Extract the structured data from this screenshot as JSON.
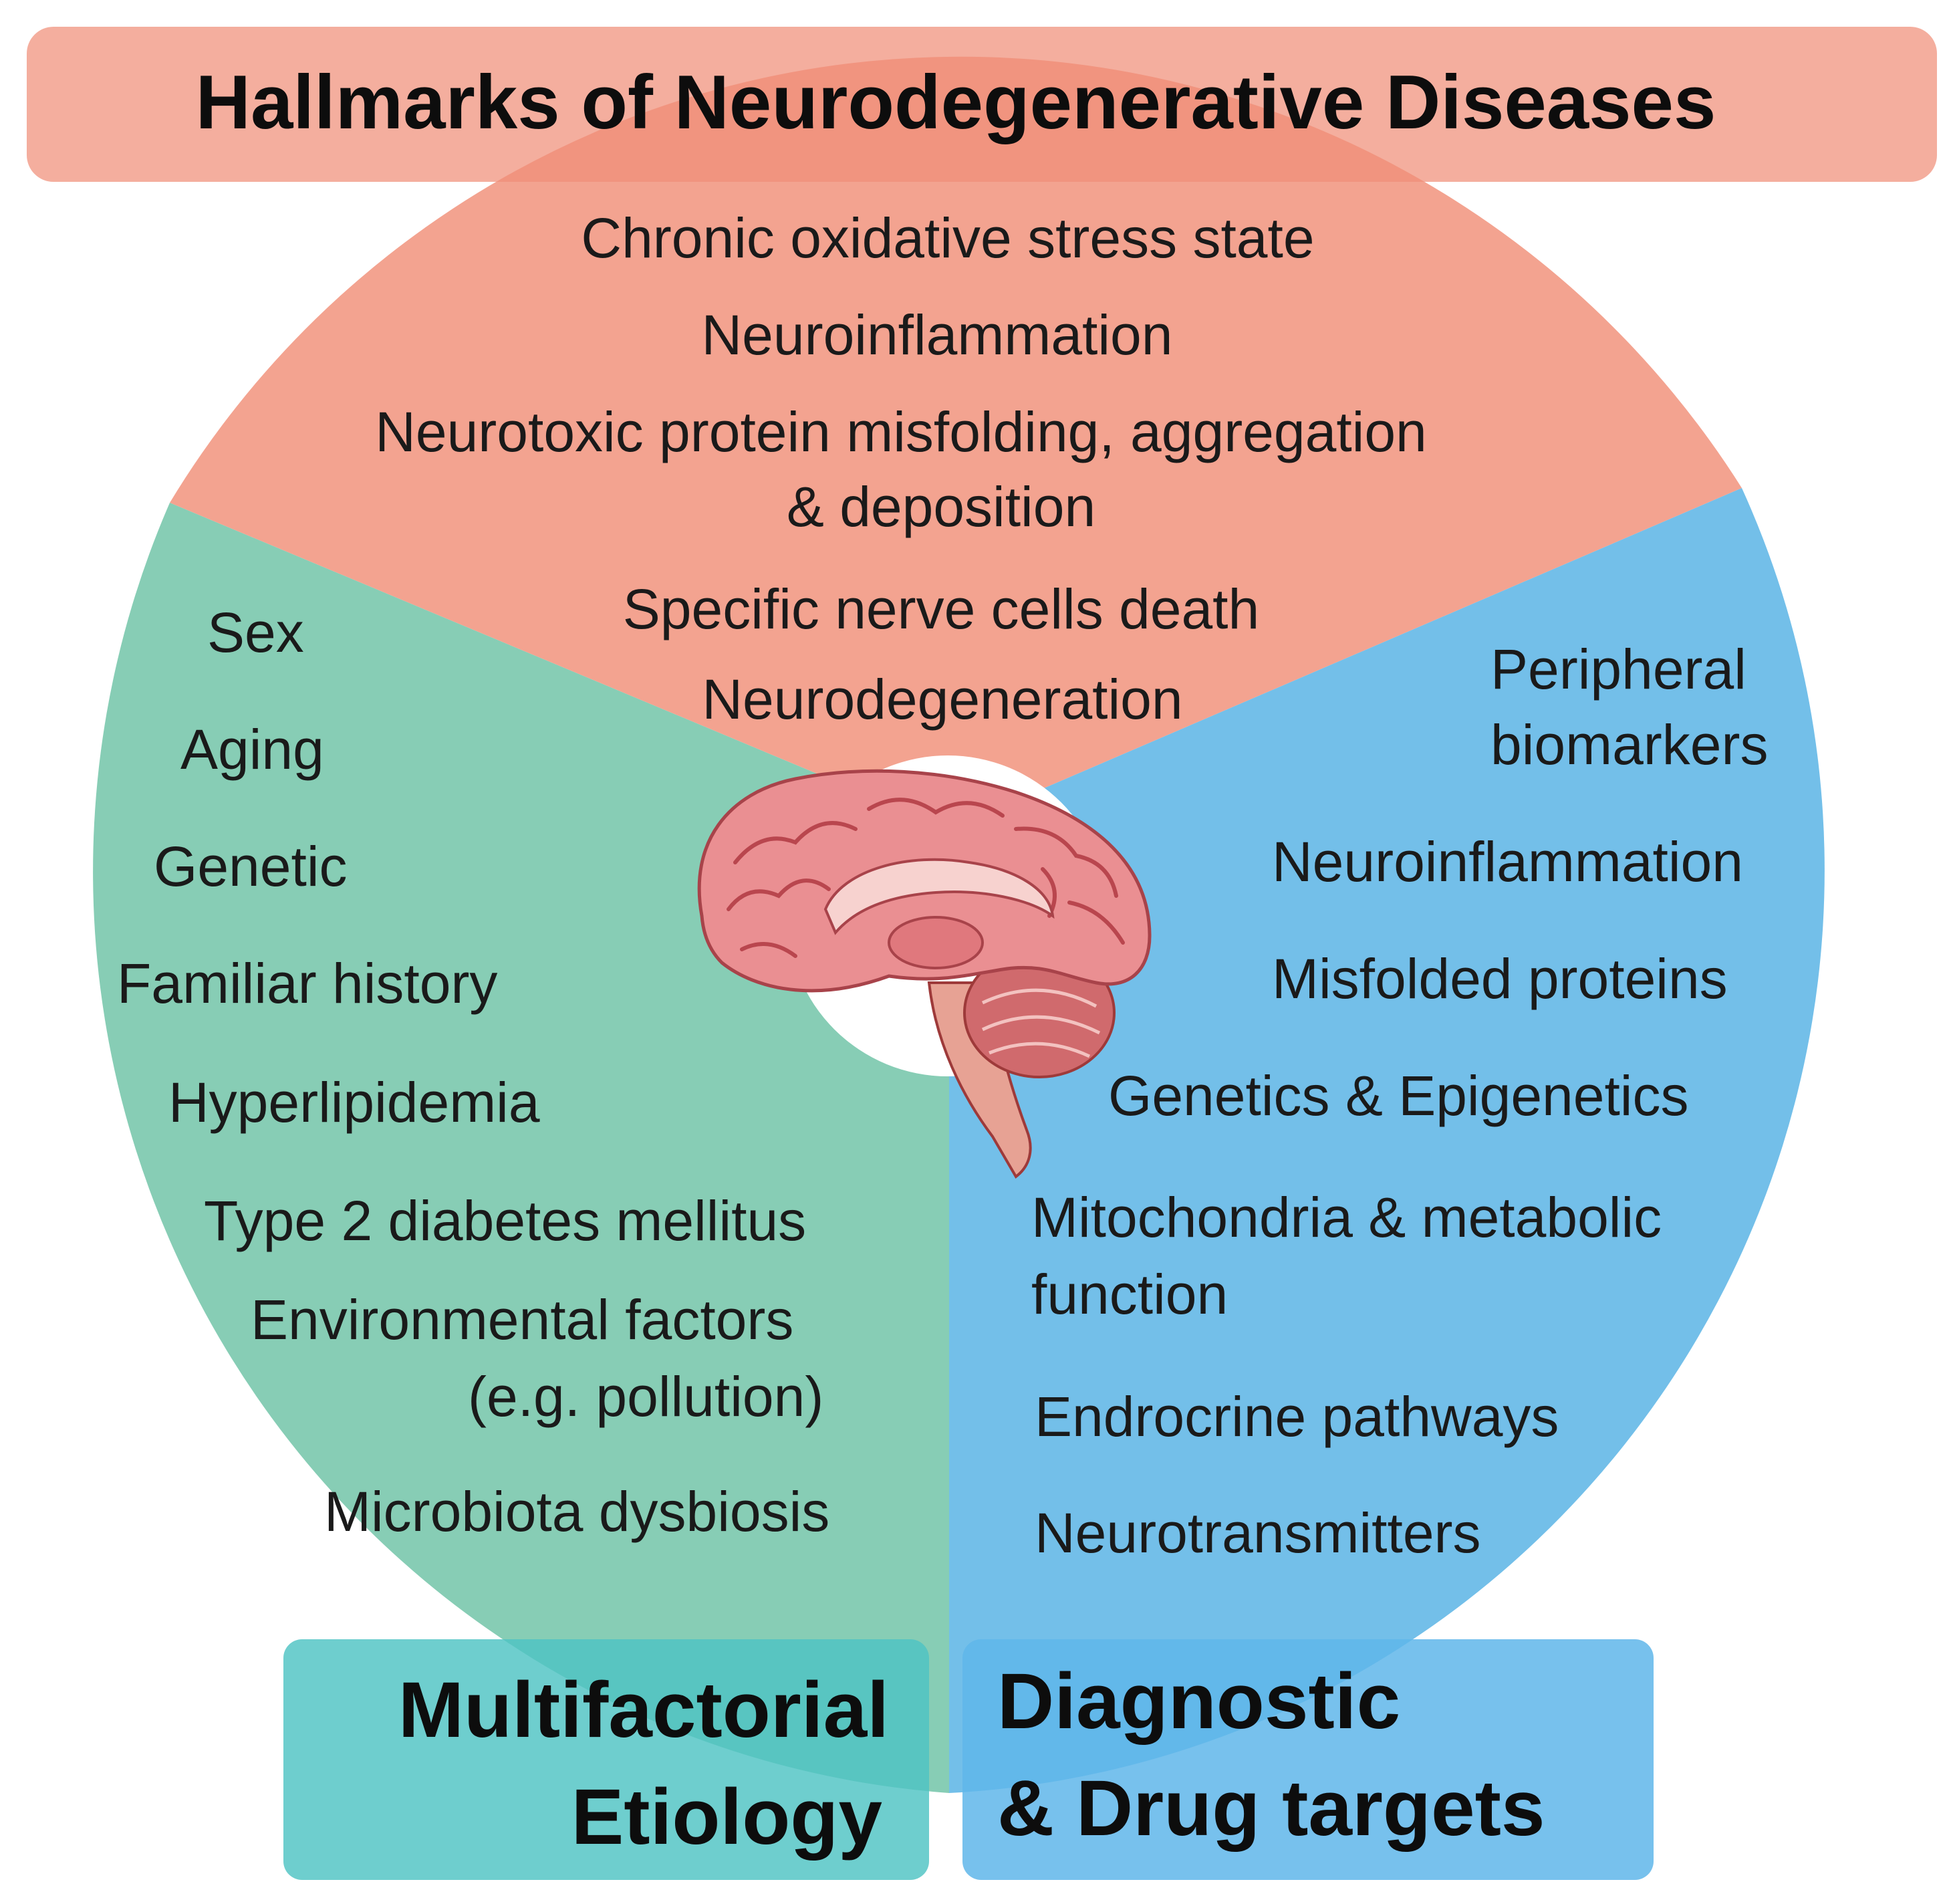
{
  "title": "Hallmarks of Neurodegenerative Diseases",
  "hallmarks": {
    "items": [
      "Chronic oxidative stress state",
      "Neuroinflammation",
      "Neurotoxic protein misfolding, aggregation",
      "& deposition",
      "Specific nerve cells death",
      "Neurodegeneration"
    ]
  },
  "etiology": {
    "label_line1": "Multifactorial",
    "label_line2": "Etiology",
    "items": [
      "Sex",
      "Aging",
      "Genetic",
      "Familiar history",
      "Hyperlipidemia",
      "Type 2 diabetes mellitus",
      "Environmental factors",
      "(e.g. pollution)",
      "Microbiota dysbiosis"
    ]
  },
  "targets": {
    "label_line1": "Diagnostic",
    "label_line2": "& Drug targets",
    "items": [
      "Peripheral",
      "biomarkers",
      "Neuroinflammation",
      "Misfolded proteins",
      "Genetics & Epigenetics",
      "Mitochondria & metabolic",
      "function",
      "Endrocrine pathways",
      "Neurotransmitters"
    ]
  },
  "colors": {
    "hallmarks_sector": "#f3a390",
    "etiology_sector": "#87cdb5",
    "targets_sector": "#73bfe9",
    "title_bar": "#f3a390",
    "etiology_box": "#4ec3c3",
    "targets_box": "#5fb6ea",
    "brain": "#e98a8c",
    "brain_dark": "#c24e55"
  },
  "icons": {
    "center": "brain-icon"
  }
}
